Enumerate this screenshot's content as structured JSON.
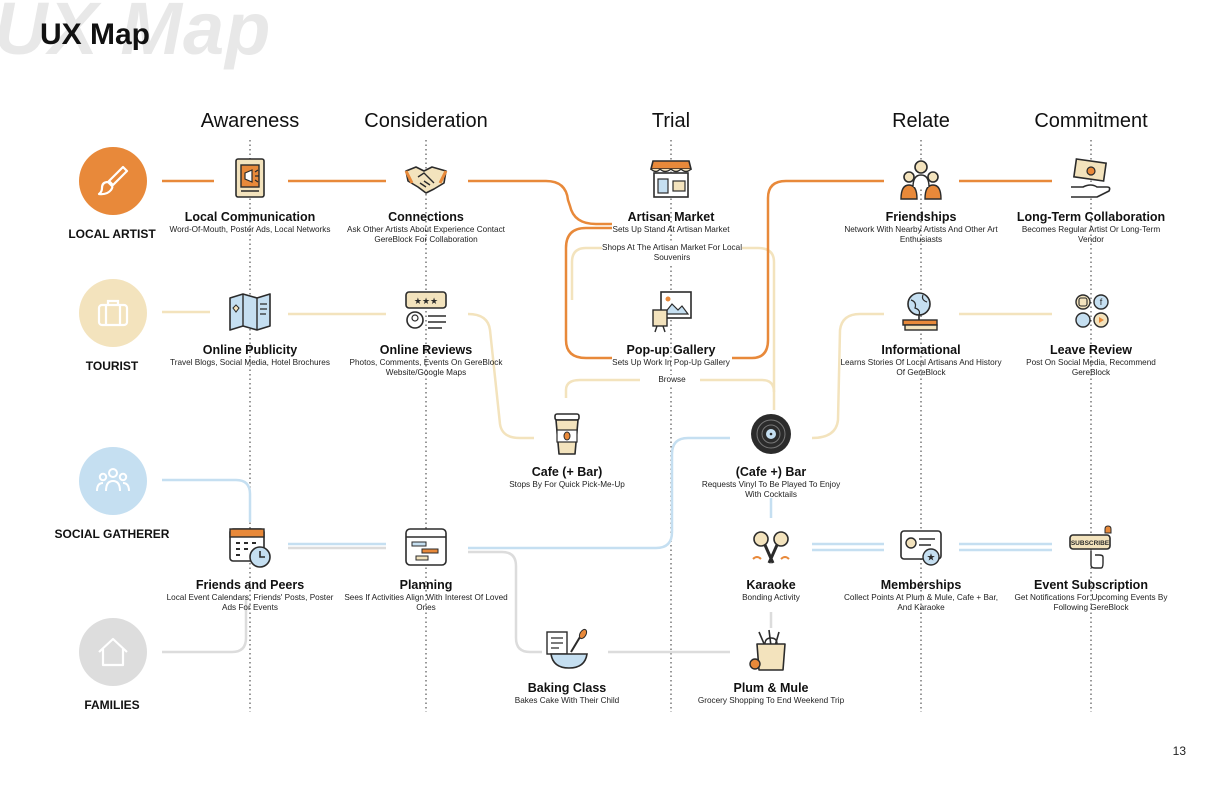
{
  "header": {
    "ghost": "UX Map",
    "title": "UX Map",
    "page_number": "13"
  },
  "stages": [
    "Awareness",
    "Consideration",
    "Trial",
    "Relate",
    "Commitment"
  ],
  "colors": {
    "artist": "#e8893a",
    "tourist": "#f3e3bd",
    "social": "#c5dff1",
    "families": "#dddddd",
    "dark": "#2b2b2b"
  },
  "personas": [
    {
      "label": "LOCAL ARTIST",
      "icon": "paintbrush-icon"
    },
    {
      "label": "TOURIST",
      "icon": "suitcase-icon"
    },
    {
      "label": "SOCIAL GATHERER",
      "icon": "group-icon"
    },
    {
      "label": "FAMILIES",
      "icon": "house-icon"
    }
  ],
  "nodes": {
    "local_communication": {
      "title": "Local Communication",
      "desc": "Word-Of-Mouth, Poster Ads, Local Networks",
      "icon": "poster-icon"
    },
    "connections": {
      "title": "Connections",
      "desc": "Ask Other Artists About Experience Contact GereBlock For Collaboration",
      "icon": "handshake-icon"
    },
    "artisan_market": {
      "title": "Artisan Market",
      "desc": "Sets Up Stand At Artisan Market",
      "icon": "market-stall-icon"
    },
    "friendships": {
      "title": "Friendships",
      "desc": "Network With Nearby Artists And Other Art Enthusiasts",
      "icon": "people-icon"
    },
    "long_term": {
      "title": "Long-Term Collaboration",
      "desc": "Becomes Regular Artist Or Long-Term Vendor",
      "icon": "money-hand-icon"
    },
    "online_publicity": {
      "title": "Online Publicity",
      "desc": "Travel Blogs, Social Media, Hotel Brochures",
      "icon": "brochure-icon"
    },
    "online_reviews": {
      "title": "Online Reviews",
      "desc": "Photos, Comments, Events On GereBlock Website/Google Maps",
      "icon": "review-stars-icon"
    },
    "popup_gallery": {
      "title": "Pop-up Gallery",
      "desc": "Sets Up Work In Pop-Up Gallery",
      "icon": "easel-icon"
    },
    "informational": {
      "title": "Informational",
      "desc": "Learns Stories Of Local Artisans And History Of GereBlock",
      "icon": "globe-books-icon"
    },
    "leave_review": {
      "title": "Leave Review",
      "desc": "Post On Social Media, Recommend GereBlock",
      "icon": "social-media-icon"
    },
    "cafe_bar": {
      "title": "Cafe (+ Bar)",
      "desc": "Stops By For Quick Pick-Me-Up",
      "icon": "coffee-cup-icon"
    },
    "cafe_plus_bar": {
      "title": "(Cafe +) Bar",
      "desc": "Requests Vinyl To Be Played To Enjoy With Cocktails",
      "icon": "vinyl-record-icon"
    },
    "friends_peers": {
      "title": "Friends and Peers",
      "desc": "Local Event Calendars, Friends' Posts, Poster Ads For Events",
      "icon": "calendar-clock-icon"
    },
    "planning": {
      "title": "Planning",
      "desc": "Sees If Activities Align With Interest Of Loved Ones",
      "icon": "planner-icon"
    },
    "karaoke": {
      "title": "Karaoke",
      "desc": "Bonding Activity",
      "icon": "microphones-icon"
    },
    "memberships": {
      "title": "Memberships",
      "desc": "Collect Points At Plum & Mule, Cafe + Bar, And Karaoke",
      "icon": "member-card-icon"
    },
    "event_subscription": {
      "title": "Event Subscription",
      "desc": "Get Notifications For Upcoming Events By Following GereBlock",
      "icon": "subscribe-icon"
    },
    "baking_class": {
      "title": "Baking Class",
      "desc": "Bakes Cake With Their Child",
      "icon": "mixing-bowl-icon"
    },
    "plum_mule": {
      "title": "Plum & Mule",
      "desc": "Grocery Shopping To End Weekend Trip",
      "icon": "grocery-bag-icon"
    }
  },
  "notes": {
    "shops": "Shops At The Artisan Market For Local Souvenirs",
    "browse": "Browse"
  },
  "icon_text": {
    "subscribe": "SUBSCRIBE"
  }
}
